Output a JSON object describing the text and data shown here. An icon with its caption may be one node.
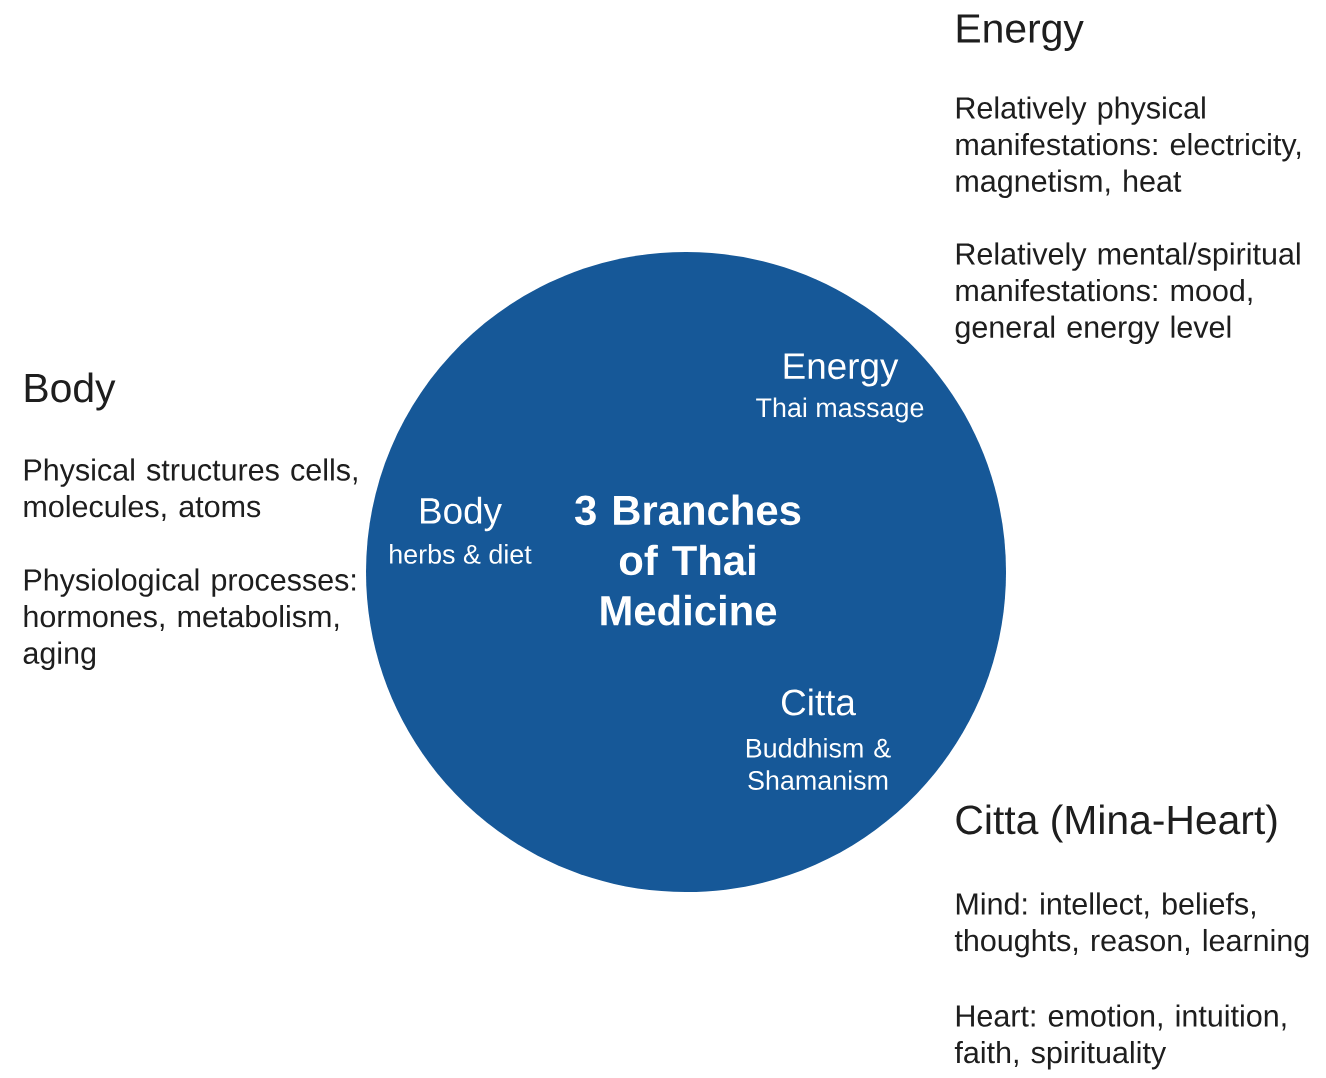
{
  "diagram": {
    "nodes": [
      {
        "text": [
          "Energy",
          "Thai massage",
          "Body",
          "herbs & diet",
          "3 Branches of Thai Medicine",
          "Citta",
          "Buddhism & Shamanism"
        ]
      }
    ],
    "edges": [],
    "labels": [
      "Energy",
      "Relatively physical manifestations: electricity, magnetism, heat",
      "Relatively mental/spiritual manifestations: mood, general energy level",
      "Body",
      "Physical structures cells, molecules, atoms",
      "Physiological processes: hormones, metabolism, aging",
      "Citta (Mina-Heart)",
      "Mind: intellect, beliefs, thoughts, reason, learning",
      "Heart: emotion, intuition, faith, spirituality"
    ]
  }
}
